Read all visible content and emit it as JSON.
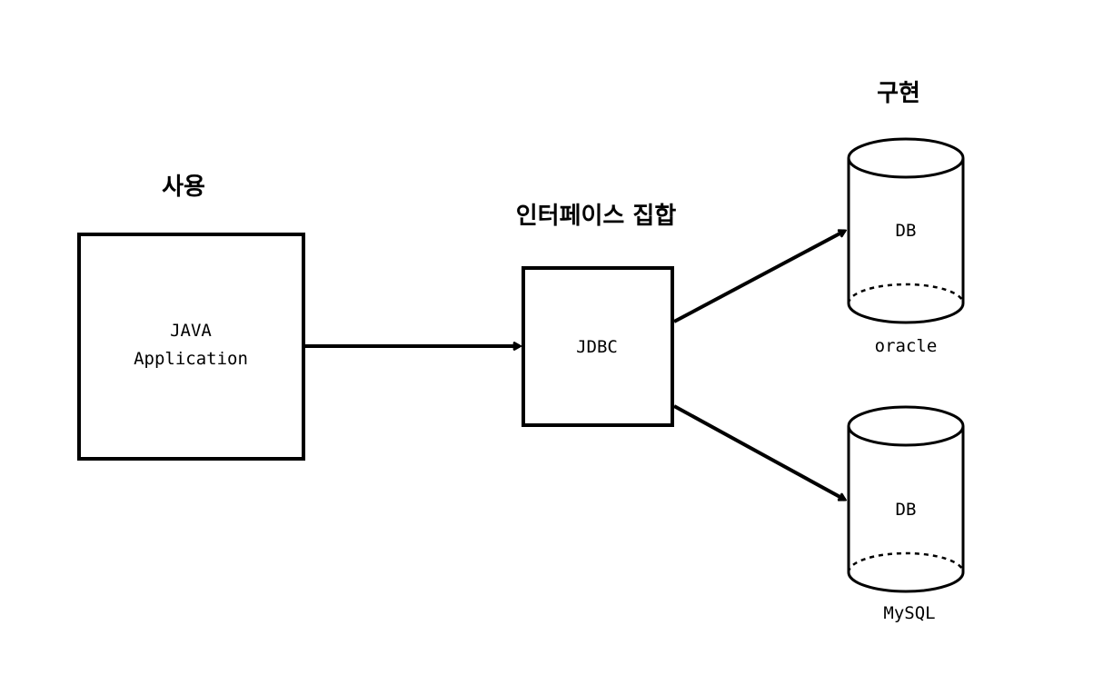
{
  "headings": {
    "use": "사용",
    "interface_set": "인터페이스 집합",
    "implementation": "구현"
  },
  "java_app": {
    "line1": "JAVA",
    "line2": "Application"
  },
  "jdbc": {
    "label": "JDBC"
  },
  "databases": [
    {
      "label": "DB",
      "caption": "oracle"
    },
    {
      "label": "DB",
      "caption": "MySQL"
    }
  ],
  "colors": {
    "stroke": "#000000",
    "background": "#ffffff"
  }
}
